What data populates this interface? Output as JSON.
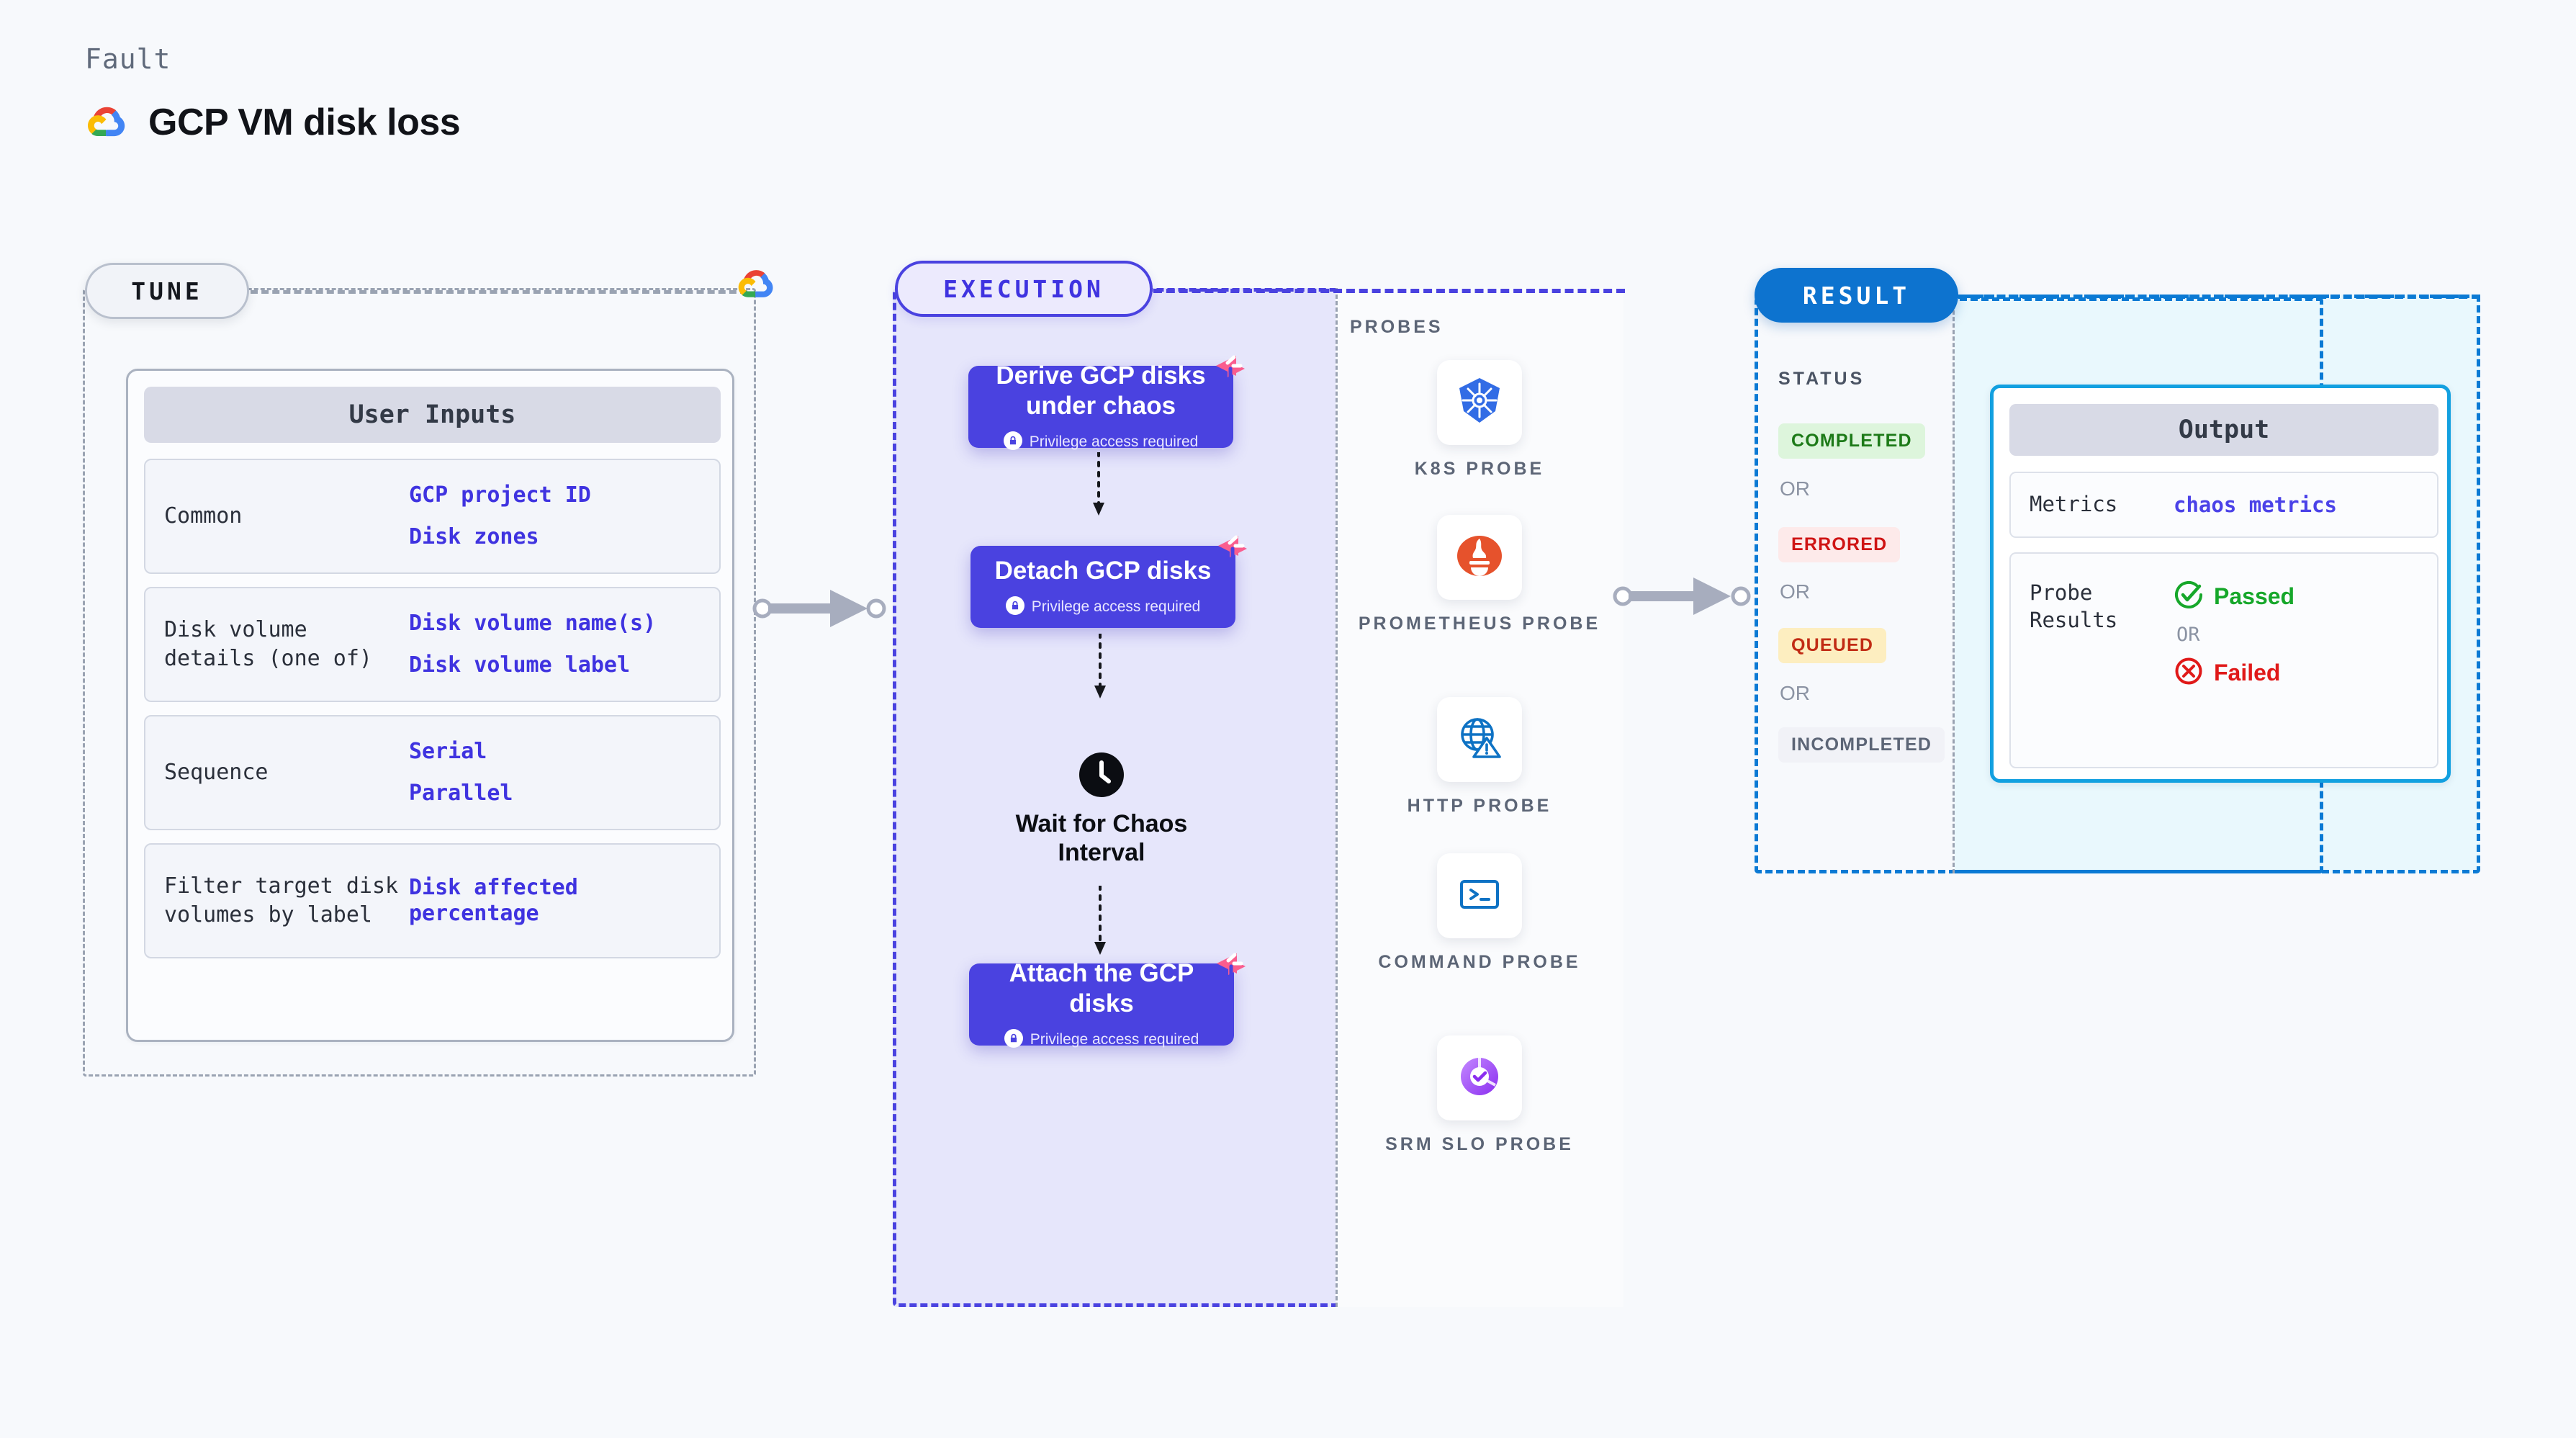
{
  "header": {
    "kicker": "Fault",
    "title": "GCP VM disk loss",
    "logo_icon": "gcp-logo-icon"
  },
  "tune": {
    "badge": "TUNE",
    "cloud_icon": "gcp-logo-icon",
    "card_title": "User Inputs",
    "rows": [
      {
        "key": "Common",
        "values": [
          "GCP project ID",
          "Disk zones"
        ]
      },
      {
        "key": "Disk volume details (one of)",
        "values": [
          "Disk volume name(s)",
          "Disk volume label"
        ]
      },
      {
        "key": "Sequence",
        "values": [
          "Serial",
          "Parallel"
        ]
      },
      {
        "key": "Filter target disk volumes by label",
        "values": [
          "Disk affected percentage"
        ]
      }
    ]
  },
  "execution": {
    "badge": "EXECUTION",
    "privilege_text": "Privilege access required",
    "lock_icon": "lock-icon",
    "litmus_icon": "litmus-chaos-icon",
    "nodes": [
      {
        "title": "Derive GCP disks under chaos",
        "privileged": true
      },
      {
        "title": "Detach GCP disks",
        "privileged": true
      },
      {
        "title": "Attach the GCP disks",
        "privileged": true
      }
    ],
    "wait": {
      "label": "Wait for Chaos Interval",
      "icon": "clock-icon"
    }
  },
  "probes": {
    "label": "PROBES",
    "items": [
      {
        "name": "K8S PROBE",
        "icon": "kubernetes-icon"
      },
      {
        "name": "PROMETHEUS PROBE",
        "icon": "prometheus-icon"
      },
      {
        "name": "HTTP PROBE",
        "icon": "http-globe-warning-icon"
      },
      {
        "name": "COMMAND PROBE",
        "icon": "terminal-icon"
      },
      {
        "name": "SRM SLO PROBE",
        "icon": "srm-slo-icon"
      }
    ]
  },
  "result": {
    "badge": "RESULT",
    "status_label": "STATUS",
    "or_label": "OR",
    "statuses": [
      {
        "label": "COMPLETED",
        "bg": "#ddf5dc",
        "fg": "#1d7a18"
      },
      {
        "label": "ERRORED",
        "bg": "#fdeaea",
        "fg": "#cf1414"
      },
      {
        "label": "QUEUED",
        "bg": "#fdeec0",
        "fg": "#c12b14"
      },
      {
        "label": "INCOMPLETED",
        "bg": "#f1f2f7",
        "fg": "#5c6576"
      }
    ]
  },
  "output": {
    "title": "Output",
    "rows": [
      {
        "key": "Metrics",
        "value": "chaos metrics"
      }
    ],
    "probe_results": {
      "key": "Probe Results",
      "or_label": "OR",
      "passed": {
        "label": "Passed",
        "icon": "check-circle-icon",
        "color": "#16a72a"
      },
      "failed": {
        "label": "Failed",
        "icon": "x-circle-icon",
        "color": "#e01919"
      }
    }
  },
  "colors": {
    "execution_purple": "#4a42e0",
    "result_blue": "#0d73cf",
    "output_cyan": "#12a0e0",
    "litmus_pink": "#fa5d8e",
    "page_bg": "#f7f9fc"
  }
}
